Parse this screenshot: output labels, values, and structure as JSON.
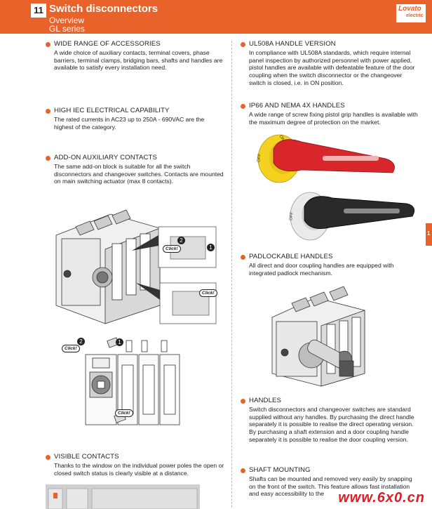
{
  "header": {
    "chapter": "11",
    "title": "Switch disconnectors",
    "subtitle1": "Overview",
    "subtitle2": "GL series",
    "logo_top": "Lovato",
    "logo_bottom": "electric"
  },
  "side_tab": "1",
  "left": [
    {
      "title": "WIDE RANGE OF ACCESSORIES",
      "body": "A wide choice of auxiliary contacts, terminal covers, phase barriers, terminal clamps, bridging bars, shafts and handles are available to satisfy every installation need."
    },
    {
      "title": "HIGH IEC ELECTRICAL CAPABILITY",
      "body": "The rated currents in AC23 up to 250A - 690VAC are the highest of the category."
    },
    {
      "title": "ADD-ON AUXILIARY CONTACTS",
      "body": "The same add-on block is suitable for all the switch disconnectors and changeover switches. Contacts are mounted on main switching actuator (max 8 contacts)."
    },
    {
      "title": "VISIBLE CONTACTS",
      "body": "Thanks to the window on the individual power poles the open or closed switch status is clearly visible at a distance."
    }
  ],
  "right": [
    {
      "title": "UL508A HANDLE VERSION",
      "body": "In compliance with UL508A standards, which require internal panel inspection by authorized personnel with power applied, pistol handles are available with defeatable feature of the door coupling when the switch disconnector or the changeover switch is closed, i.e. in ON position."
    },
    {
      "title": "IP66 AND NEMA 4X HANDLES",
      "body": "A wide range of screw fixing pistol grip handles is available with the maximum degree of protection on the market."
    },
    {
      "title": "PADLOCKABLE HANDLES",
      "body": "All direct and door coupling handles are equipped with integrated padlock mechanism."
    },
    {
      "title": "HANDLES",
      "body": "Switch disconnectors and changeover switches are standard supplied without any handles. By purchasing the direct handle separately it is possible to realise the direct operating version. By purchasing a shaft extension and a door coupling handle separately it is possible to realise the door coupling version."
    },
    {
      "title": "SHAFT MOUNTING",
      "body": "Shafts can be mounted and removed very easily by snapping on the front of the switch. This feature allows fast installation and easy accessibility to the"
    }
  ],
  "figure_labels": {
    "click": "Click!",
    "num1": "1",
    "num2": "2",
    "off": "OFF",
    "on": "ON"
  },
  "watermark": "www.6x0.cn",
  "colors": {
    "accent": "#e8622a",
    "handle_red": "#d9262a",
    "handle_yellow": "#f4d21f",
    "handle_black": "#2a2a2a"
  }
}
